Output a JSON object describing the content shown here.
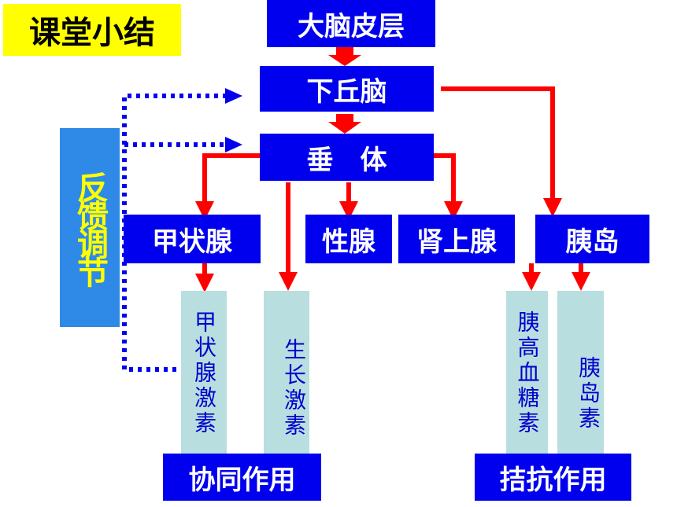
{
  "title": "课堂小结",
  "nodes": {
    "cortex": "大脑皮层",
    "hypothalamus": "下丘脑",
    "pituitary": "垂　体",
    "thyroid": "甲状腺",
    "gonad": "性腺",
    "adrenal": "肾上腺",
    "pancreas": "胰岛"
  },
  "hormones": {
    "thyroxine": "甲状腺激素",
    "growth": "生长激素",
    "glucagon": "胰高血糖素",
    "insulin": "胰岛素"
  },
  "feedback": "反馈调节",
  "relations": {
    "synergy": "协同作用",
    "antagonism": "拮抗作用"
  },
  "colors": {
    "box_blue": "#0000ee",
    "arrow_red": "#ff0000",
    "dotted_blue": "#0000ee",
    "hormone_bg": "#b9dedf",
    "feedback_bg": "#2e8ae6",
    "feedback_text": "#ffff00",
    "title_bg": "#ffff00"
  }
}
